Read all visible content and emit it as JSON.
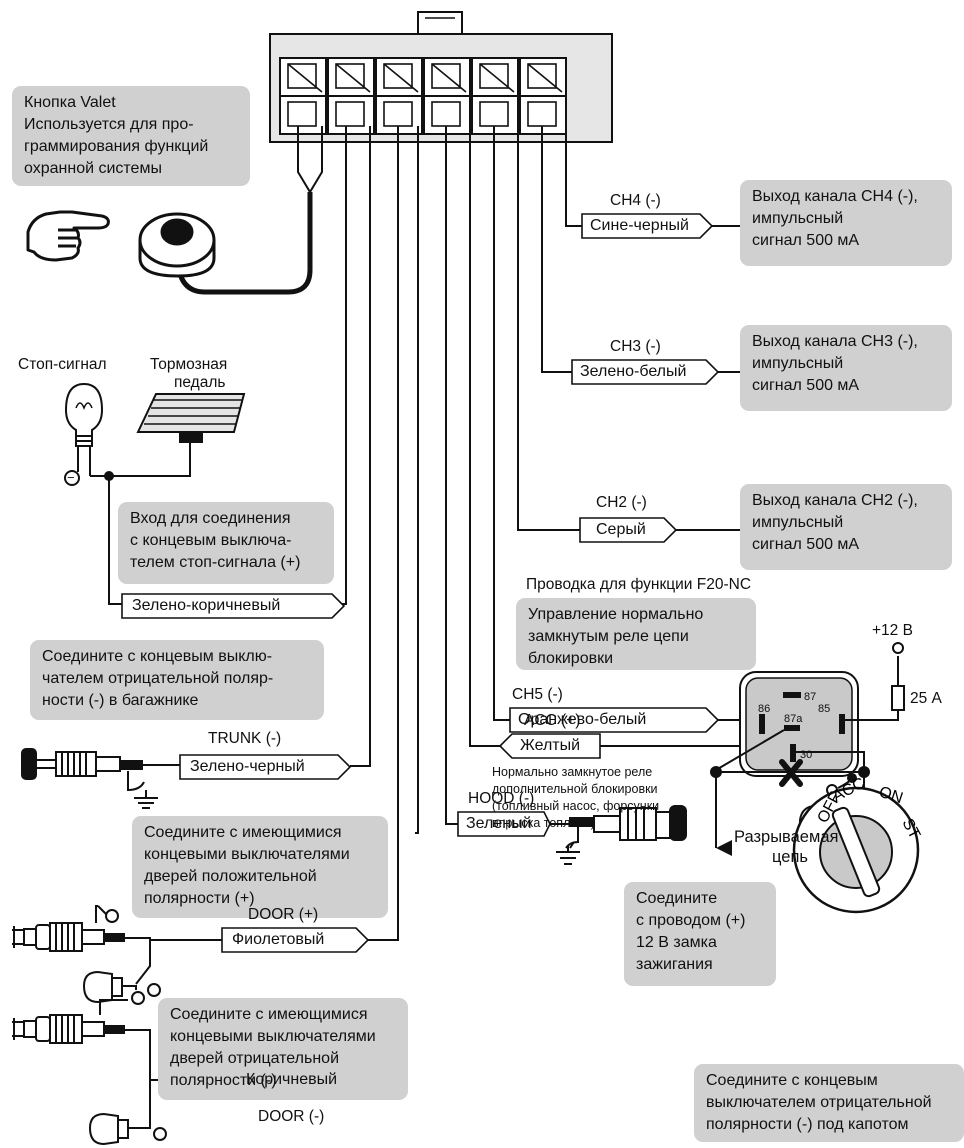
{
  "colors": {
    "note_bg": "#d0d0d0",
    "line": "#111111",
    "relay_bg": "#c9c9c9"
  },
  "notes": {
    "valet": "Кнопка Valet\nИспользуется для про-\nграммирования функций\nохранной системы",
    "ch4": "Выход канала CH4 (-),\nимпульсный\nсигнал 500 мА",
    "ch3": "Выход канала CH3 (-),\nимпульсный\nсигнал 500 мА",
    "ch2": "Выход канала CH2 (-),\nимпульсный\nсигнал 500 мА",
    "brake": "Вход для соединения\nс концевым выключа-\nтелем стоп-сигнала (+)",
    "f20": "Управление нормально\nзамкнутым реле цепи\nблокировки",
    "trunk": "Соедините с концевым выклю-\nчателем отрицательной поляр-\nности (-) в багажнике",
    "door_pos": "Соедините с имеющимися\nконцевыми выключателями\nдверей положительной\nполярности (+)",
    "acc": "Соедините\nс проводом (+)\n12 В замка\nзажигания",
    "door_neg": "Соедините с имеющимися\nконцевыми выключателями\nдверей отрицательной\nполярности (-)",
    "hood": "Соедините с концевым\nвыключателем отрицательной\nполярности (-) под капотом"
  },
  "labels": {
    "stop_signal": "Стоп-сигнал",
    "brake_pedal_1": "Тормозная",
    "brake_pedal_2": "педаль",
    "f20_title": "Проводка для функции F20-NC",
    "plus12": "+12 В",
    "fuse": "25 А",
    "relay_desc": "Нормально замкнутое реле\nдополнительной блокировки\n(топливный насос, форсунки\nвпрыска топлива)",
    "break_1": "Разрываемая",
    "break_2": "цепь",
    "relay_87": "87",
    "relay_87a": "87a",
    "relay_86": "86",
    "relay_85": "85",
    "relay_30": "30",
    "ign_off": "OFF",
    "ign_acc": "ACC",
    "ign_on": "ON",
    "ign_st": "ST",
    "minus": "−"
  },
  "wires": {
    "ch4": {
      "signal": "CH4 (-)",
      "color": "Сине-черный"
    },
    "ch3": {
      "signal": "CH3 (-)",
      "color": "Зелено-белый"
    },
    "ch2": {
      "signal": "CH2 (-)",
      "color": "Серый"
    },
    "brake": {
      "color": "Зелено-коричневый"
    },
    "ch5": {
      "signal": "CH5 (-)",
      "color": "Оранжево-белый"
    },
    "trunk": {
      "signal": "TRUNK (-)",
      "color": "Зелено-черный"
    },
    "door_pos": {
      "signal": "DOOR (+)",
      "color": "Фиолетовый"
    },
    "acc": {
      "signal": "ACC (+)",
      "color": "Желтый"
    },
    "hood": {
      "signal": "HOOD (-)",
      "color": "Зеленый"
    },
    "door_neg": {
      "signal": "DOOR (-)",
      "color": "Коричневый"
    }
  }
}
